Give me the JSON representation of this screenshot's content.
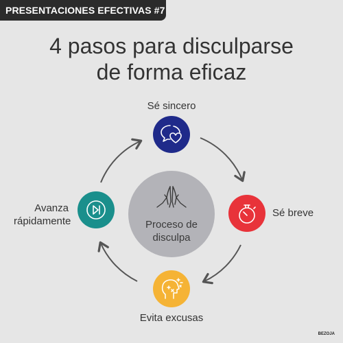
{
  "banner": {
    "text": "PRESENTACIONES EFECTIVAS #7"
  },
  "title": {
    "line1": "4 pasos para disculparse",
    "line2": "de forma eficaz"
  },
  "center": {
    "line1": "Proceso de",
    "line2": "disculpa",
    "icon": "praying-hands-icon"
  },
  "steps": {
    "top": {
      "label": "Sé sincero",
      "icon": "chat-heart-icon",
      "color": "#1f2a8a"
    },
    "right": {
      "label": "Sé breve",
      "icon": "stopwatch-icon",
      "color": "#e8333a"
    },
    "bottom": {
      "label": "Evita excusas",
      "icon": "head-math-icon",
      "color": "#f5b335"
    },
    "left": {
      "line1": "Avanza",
      "line2": "rápidamente",
      "icon": "skip-forward-icon",
      "color": "#1a8f8c"
    }
  },
  "watermark": "BEZOJA"
}
